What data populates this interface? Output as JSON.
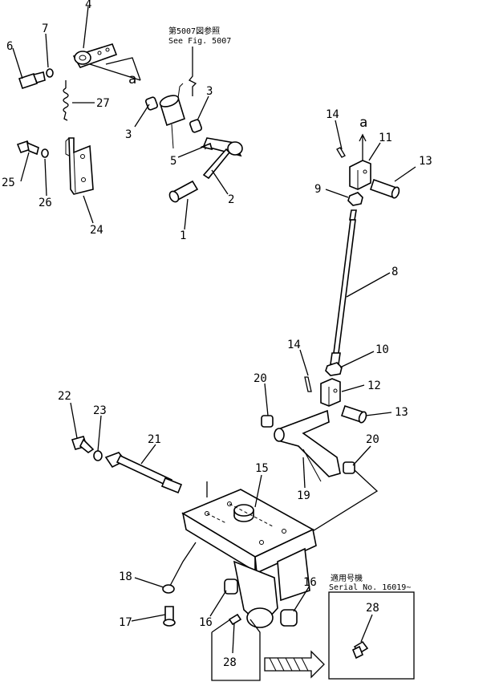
{
  "ref_note": {
    "jp": "第5007図参照",
    "en": "See Fig. 5007"
  },
  "serial_note": {
    "jp": "適用号機",
    "en": "Serial No. 16019~"
  },
  "connection_marks": [
    "a",
    "a"
  ],
  "callouts": {
    "c1": "1",
    "c2": "2",
    "c3a": "3",
    "c3b": "3",
    "c4": "4",
    "c5": "5",
    "c6": "6",
    "c7": "7",
    "c8": "8",
    "c9": "9",
    "c10": "10",
    "c11": "11",
    "c12": "12",
    "c13a": "13",
    "c13b": "13",
    "c14a": "14",
    "c14b": "14",
    "c15": "15",
    "c16a": "16",
    "c16b": "16",
    "c17": "17",
    "c18": "18",
    "c19": "19",
    "c20a": "20",
    "c20b": "20",
    "c21": "21",
    "c22": "22",
    "c23": "23",
    "c24": "24",
    "c25": "25",
    "c26": "26",
    "c27": "27",
    "c28a": "28",
    "c28b": "28"
  }
}
